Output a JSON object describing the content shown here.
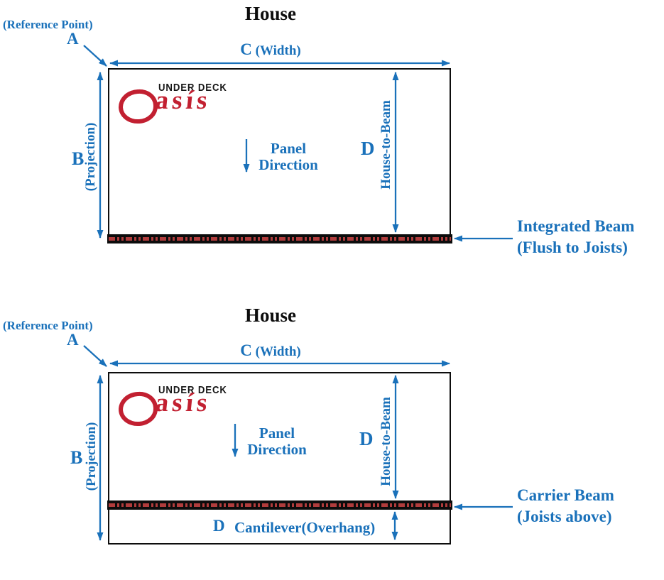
{
  "palette": {
    "blue": "#1a71ba",
    "black": "#0d0d0d",
    "logo_red": "#c22031",
    "beam_red": "#b03c3c"
  },
  "diagrams": [
    {
      "title": "House",
      "reference_point": {
        "label": "(Reference Point)",
        "letter": "A"
      },
      "width": {
        "letter": "C",
        "label": "(Width)"
      },
      "projection": {
        "letter": "B",
        "label": "(Projection)"
      },
      "house_to_beam": {
        "letter": "D",
        "label": "House-to-Beam"
      },
      "panel_direction": {
        "line1": "Panel",
        "line2": "Direction"
      },
      "logo": {
        "top": "UNDER DECK",
        "main": "asís"
      },
      "beam_callout": {
        "line1": "Integrated Beam",
        "line2": "(Flush to Joists)"
      }
    },
    {
      "title": "House",
      "reference_point": {
        "label": "(Reference Point)",
        "letter": "A"
      },
      "width": {
        "letter": "C",
        "label": "(Width)"
      },
      "projection": {
        "letter": "B",
        "label": "(Projection)"
      },
      "house_to_beam": {
        "letter": "D",
        "label": "House-to-Beam"
      },
      "panel_direction": {
        "line1": "Panel",
        "line2": "Direction"
      },
      "logo": {
        "top": "UNDER DECK",
        "main": "asís"
      },
      "cantilever": {
        "letter": "D",
        "label": "Cantilever(Overhang)"
      },
      "beam_callout": {
        "line1": "Carrier Beam",
        "line2": "(Joists above)"
      }
    }
  ]
}
